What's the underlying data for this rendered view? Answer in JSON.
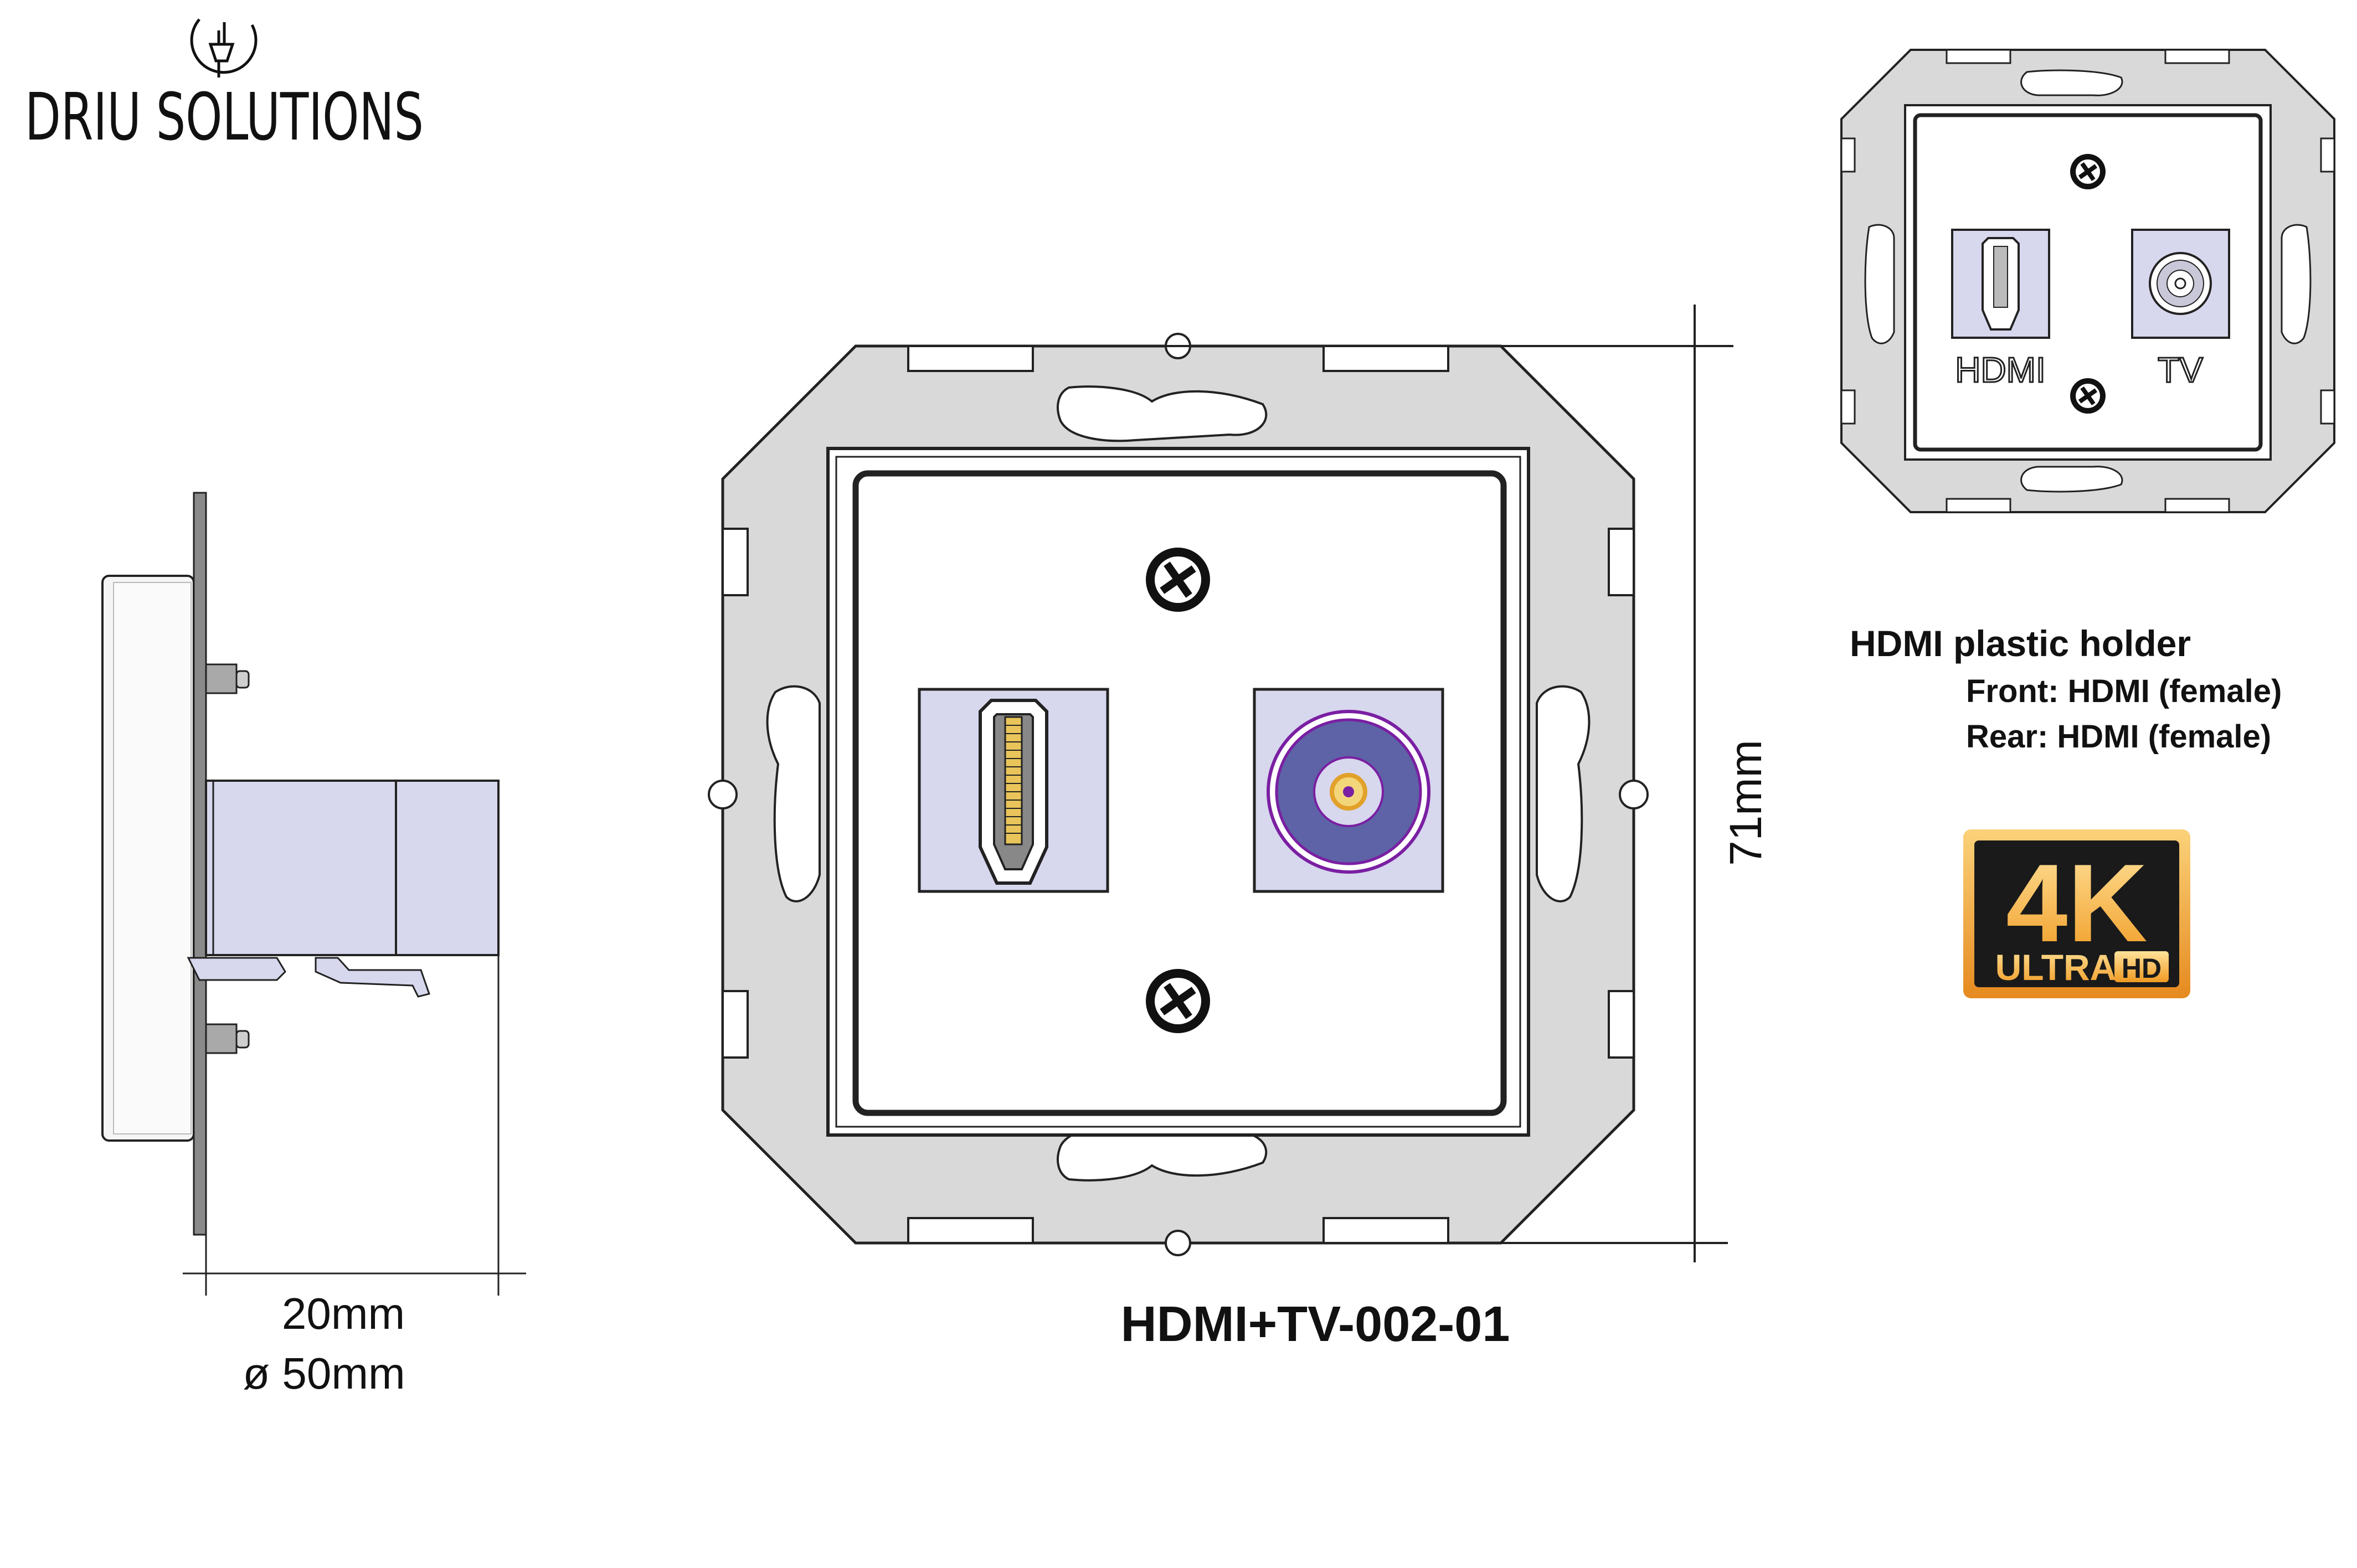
{
  "brand": {
    "name": "DRIU SOLUTIONS"
  },
  "side_view": {
    "depth_label": "20mm",
    "diameter_label": "ø 50mm"
  },
  "front_view": {
    "height_label": "71mm",
    "model_code": "HDMI+TV-002-01"
  },
  "preview": {
    "hdmi_label": "HDMI",
    "tv_label": "TV"
  },
  "description": {
    "title": "HDMI plastic holder",
    "front": "Front: HDMI (female)",
    "rear": "Rear: HDMI (female)"
  },
  "badge": {
    "big": "4K",
    "ultra": "ULTRA",
    "hd": "HD"
  },
  "colors": {
    "frame_gray": "#d9d9d9",
    "module_lavender": "#d7d7ee",
    "coax_blue": "#5d63a6",
    "coax_purple": "#7a1fa2",
    "coax_pin": "#e2a12a",
    "badge_orange": "#f2a33a"
  }
}
